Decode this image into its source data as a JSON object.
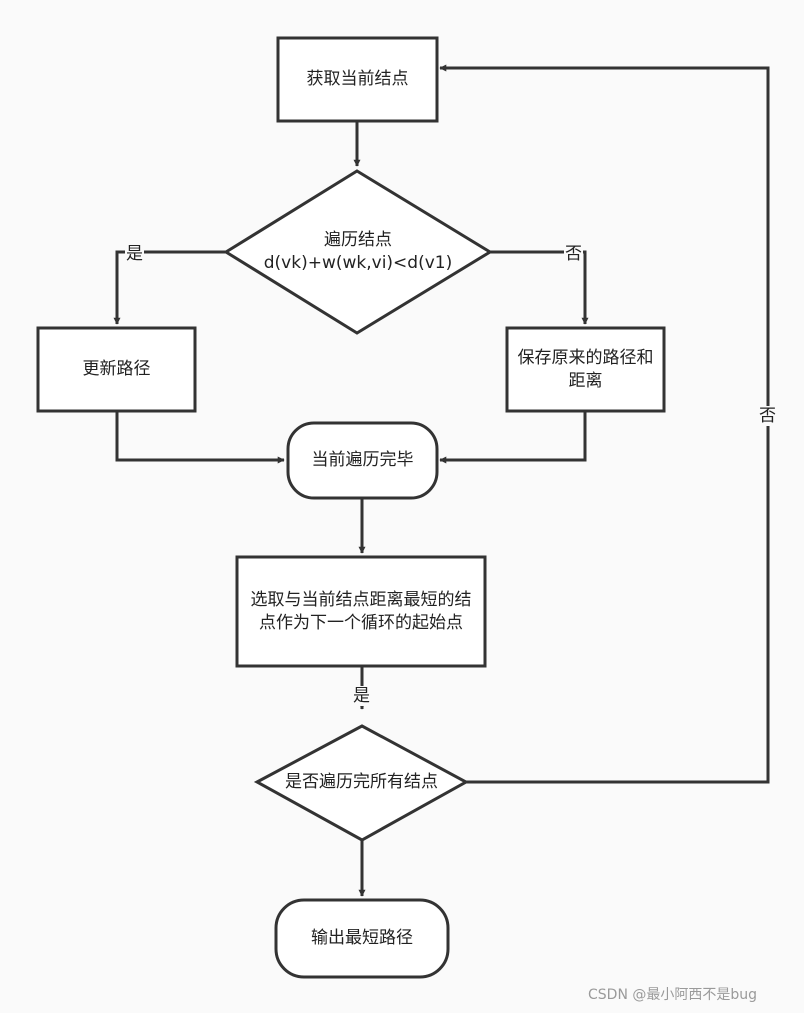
{
  "nodes": {
    "get_node": "获取当前结点",
    "traverse_title": "遍历结点",
    "traverse_cond": "d(vk)+w(wk,vi)<d(v1)",
    "update_path": "更新路径",
    "keep_original": "保存原来的路径和距离",
    "traverse_done": "当前遍历完毕",
    "select_nearest": "选取与当前结点距离最短的结点作为下一个循环的起始点",
    "all_done": "是否遍历完所有结点",
    "output_path": "输出最短路径"
  },
  "edges": {
    "yes_left": "是",
    "no_right": "否",
    "yes_down": "是",
    "no_loop": "否"
  },
  "watermark": "CSDN @最小阿西不是bug",
  "colors": {
    "stroke": "#333333",
    "fill": "#ffffff",
    "background": "#fafafa"
  }
}
